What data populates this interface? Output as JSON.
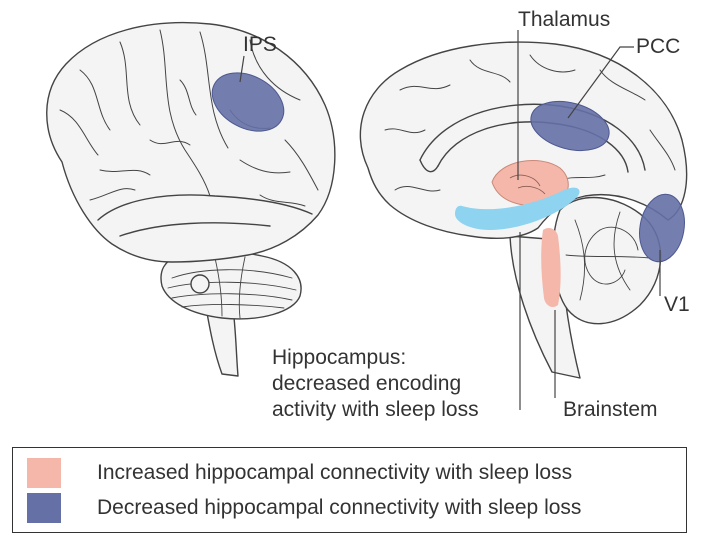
{
  "labels": {
    "ips": "IPS",
    "thalamus": "Thalamus",
    "pcc": "PCC",
    "v1": "V1",
    "hippocampus": [
      "Hippocampus:",
      "decreased encoding",
      "activity with sleep loss"
    ],
    "brainstem": "Brainstem"
  },
  "colors": {
    "increased": "#f4b7aa",
    "decreased": "#6570a6",
    "hippocampus": "#8ed3ef",
    "brain_fill": "#f4f4f4",
    "outline": "#444444"
  },
  "legend": [
    {
      "swatch": "increased",
      "text": "Increased hippocampal connectivity with sleep loss"
    },
    {
      "swatch": "decreased",
      "text": "Decreased hippocampal connectivity with sleep loss"
    }
  ]
}
